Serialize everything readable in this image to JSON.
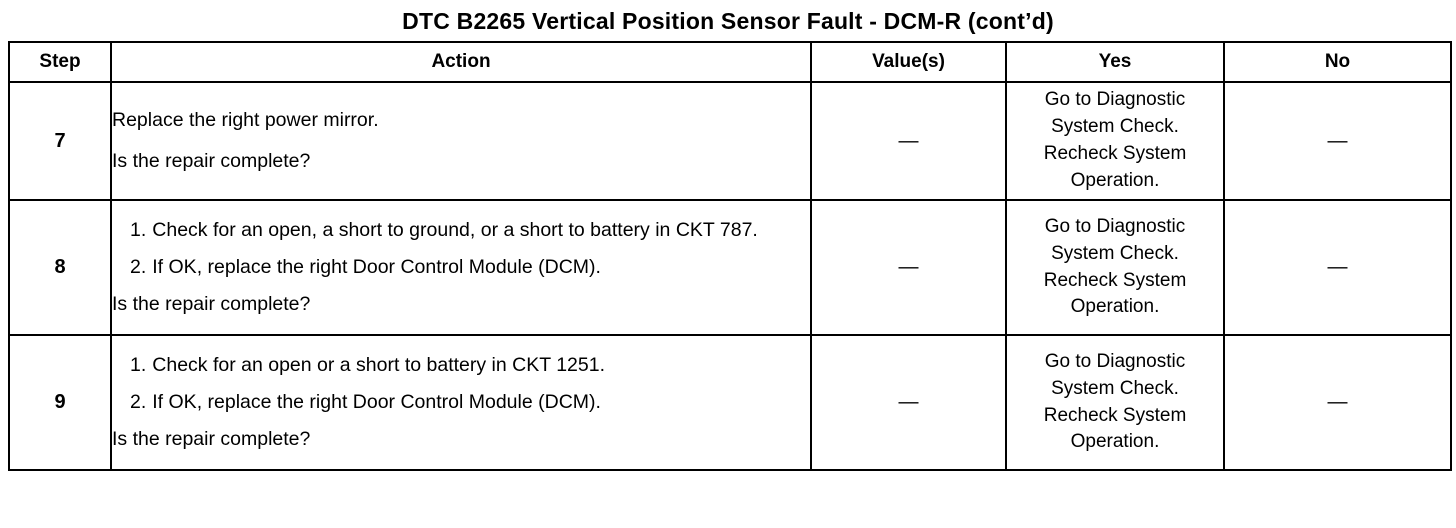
{
  "document": {
    "title": "DTC B2265 Vertical Position Sensor Fault - DCM-R (cont’d)"
  },
  "table": {
    "headers": {
      "step": "Step",
      "action": "Action",
      "value": "Value(s)",
      "yes": "Yes",
      "no": "No"
    },
    "rows": [
      {
        "step": "7",
        "action_lines": [
          {
            "type": "plain",
            "text": "Replace the right power mirror."
          },
          {
            "type": "plain",
            "text": "Is the repair complete?"
          }
        ],
        "value": "—",
        "yes_lines": [
          "Go to Diagnostic",
          "System Check.",
          "Recheck System",
          "Operation."
        ],
        "no": "—"
      },
      {
        "step": "8",
        "action_lines": [
          {
            "type": "numbered",
            "num": "1.",
            "text": "Check for an open, a short to ground, or a short to battery in CKT 787."
          },
          {
            "type": "numbered",
            "num": "2.",
            "text": "If OK, replace the right Door Control Module (DCM)."
          },
          {
            "type": "plain",
            "text": "Is the repair complete?"
          }
        ],
        "value": "—",
        "yes_lines": [
          "Go to Diagnostic",
          "System Check.",
          "Recheck System",
          "Operation."
        ],
        "no": "—"
      },
      {
        "step": "9",
        "action_lines": [
          {
            "type": "numbered",
            "num": "1.",
            "text": "Check for an open or a short to battery in CKT 1251."
          },
          {
            "type": "numbered",
            "num": "2.",
            "text": "If OK, replace the right Door Control Module (DCM)."
          },
          {
            "type": "plain",
            "text": "Is the repair complete?"
          }
        ],
        "value": "—",
        "yes_lines": [
          "Go to Diagnostic",
          "System Check.",
          "Recheck System",
          "Operation."
        ],
        "no": "—"
      }
    ]
  }
}
